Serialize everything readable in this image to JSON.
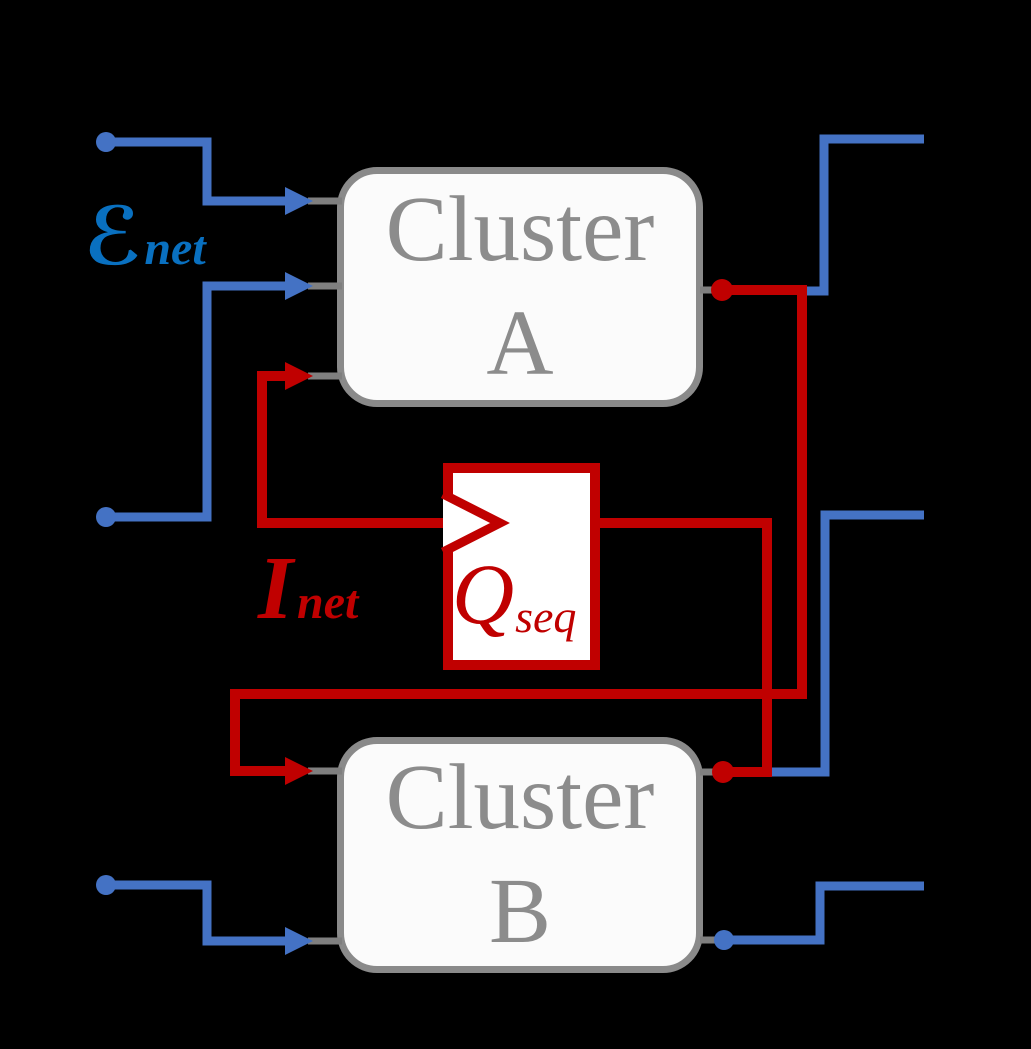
{
  "diagram": {
    "clusters": {
      "a": {
        "line1": "Cluster",
        "line2": "A"
      },
      "b": {
        "line1": "Cluster",
        "line2": "B"
      }
    },
    "flipflop": {
      "symbol": "Q",
      "subscript": "seq"
    },
    "labels": {
      "external_net": {
        "symbol": "ℰ",
        "subscript": "net"
      },
      "internal_net": {
        "symbol": "I",
        "subscript": "net"
      }
    }
  },
  "colors": {
    "wire_blue": "#4472C4",
    "label_blue": "#0970C0",
    "wire_red": "#C00000",
    "border_gray": "#8A8A8A",
    "text_gray": "#8C8C8C",
    "stub_gray": "#7F7F7F",
    "box_fill": "#FBFBFB",
    "qseq_fill": "#FFFFFF",
    "bg": "#000000"
  }
}
